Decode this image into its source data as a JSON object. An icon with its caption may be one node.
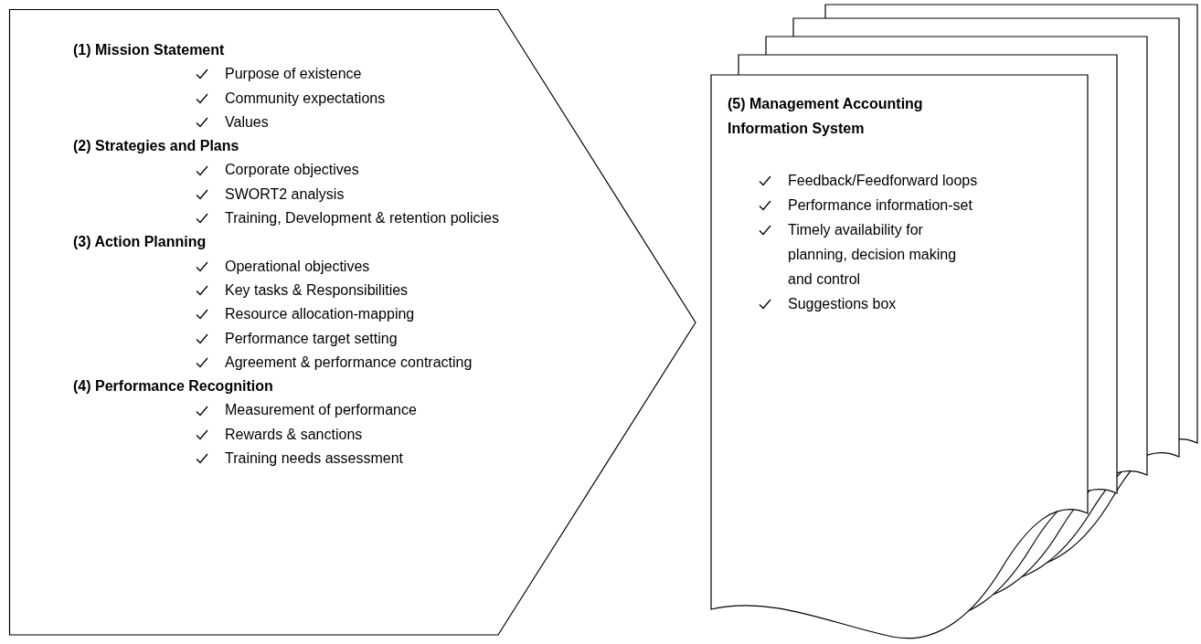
{
  "diagram": {
    "nodes": [
      {
        "text": [
          "(1) Mission Statement",
          "Purpose of existence",
          "Community expectations",
          "Values",
          "(2) Strategies and Plans",
          "Corporate objectives",
          "SWORT2 analysis",
          "Training, Development & retention policies",
          "(3) Action Planning",
          "Operational objectives",
          "Key tasks & Responsibilities",
          "Resource allocation-mapping",
          "Performance target setting",
          "Agreement & performance contracting",
          "(4) Performance Recognition",
          "Measurement of performance",
          "Rewards & sanctions",
          "Training needs assessment"
        ]
      },
      {
        "text": [
          "(5) Management Accounting Information System",
          "Feedback/Feedforward loops",
          "Performance information-set",
          "Timely availability for planning, decision making and control",
          "Suggestions box"
        ]
      }
    ]
  }
}
